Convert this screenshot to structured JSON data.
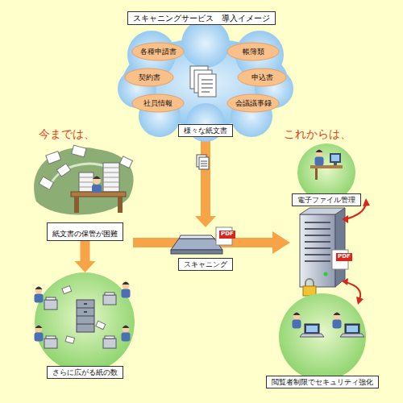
{
  "diagram": {
    "title": "スキャニングサービス　導入イメージ",
    "nodes": [
      {
        "text": [
          "様々な紙文書"
        ]
      },
      {
        "text": [
          "各種申請書"
        ],
        "in": 0
      },
      {
        "text": [
          "帳簿類"
        ],
        "in": 0
      },
      {
        "text": [
          "契約書"
        ],
        "in": 0
      },
      {
        "text": [
          "申込書"
        ],
        "in": 0
      },
      {
        "text": [
          "社員情報"
        ],
        "in": 0
      },
      {
        "text": [
          "会議議事録"
        ],
        "in": 0
      },
      {
        "text": [
          "紙文書の保管が困難"
        ]
      },
      {
        "text": [
          "スキャニング"
        ]
      },
      {
        "text": [
          "電子ファイル管理"
        ]
      },
      {
        "text": [
          "さらに広がる紙の数"
        ]
      },
      {
        "text": [
          "閲覧者制限でセキュリティ強化"
        ]
      }
    ],
    "edges": [
      {
        "from": 0,
        "to": 8,
        "arrow": "to"
      },
      {
        "from": 7,
        "to": 10,
        "arrow": "to"
      }
    ],
    "labels": [
      "今までは、",
      "これからは、",
      "PDF",
      "PDF"
    ]
  }
}
